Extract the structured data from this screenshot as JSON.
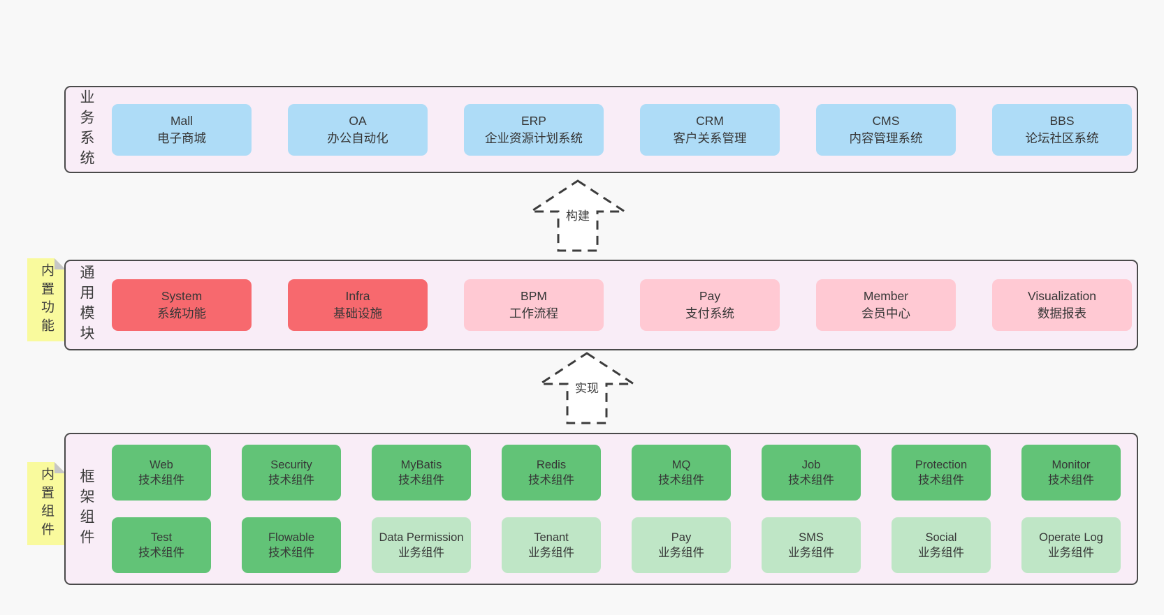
{
  "colors": {
    "page_bg": "#f8f8f8",
    "band_bg": "#f9edf7",
    "band_border": "#4a4a4a",
    "blue": "#aedcf7",
    "red": "#f7696e",
    "pink": "#ffc9d3",
    "green": "#62c377",
    "light_green": "#bfe6c6",
    "sticky_yellow": "#f9fa9d",
    "sticky_fold": "#c6c6c6",
    "arrow_fill": "#ffffff",
    "text": "#363636"
  },
  "bands": [
    {
      "label": "业务系统",
      "items": [
        {
          "name": "Mall",
          "desc": "电子商城"
        },
        {
          "name": "OA",
          "desc": "办公自动化"
        },
        {
          "name": "ERP",
          "desc": "企业资源计划系统"
        },
        {
          "name": "CRM",
          "desc": "客户关系管理"
        },
        {
          "name": "CMS",
          "desc": "内容管理系统"
        },
        {
          "name": "BBS",
          "desc": "论坛社区系统"
        }
      ]
    },
    {
      "label": "通用模块",
      "sticky": "内置功能",
      "items": [
        {
          "name": "System",
          "desc": "系统功能"
        },
        {
          "name": "Infra",
          "desc": "基础设施"
        },
        {
          "name": "BPM",
          "desc": "工作流程"
        },
        {
          "name": "Pay",
          "desc": "支付系统"
        },
        {
          "name": "Member",
          "desc": "会员中心"
        },
        {
          "name": "Visualization",
          "desc": "数据报表"
        }
      ]
    },
    {
      "label": "框架组件",
      "sticky": "内置组件",
      "rows": [
        [
          {
            "name": "Web",
            "desc": "技术组件"
          },
          {
            "name": "Security",
            "desc": "技术组件"
          },
          {
            "name": "MyBatis",
            "desc": "技术组件"
          },
          {
            "name": "Redis",
            "desc": "技术组件"
          },
          {
            "name": "MQ",
            "desc": "技术组件"
          },
          {
            "name": "Job",
            "desc": "技术组件"
          },
          {
            "name": "Protection",
            "desc": "技术组件"
          },
          {
            "name": "Monitor",
            "desc": "技术组件"
          }
        ],
        [
          {
            "name": "Test",
            "desc": "技术组件"
          },
          {
            "name": "Flowable",
            "desc": "技术组件"
          },
          {
            "name": "Data Permission",
            "desc": "业务组件"
          },
          {
            "name": "Tenant",
            "desc": "业务组件"
          },
          {
            "name": "Pay",
            "desc": "业务组件"
          },
          {
            "name": "SMS",
            "desc": "业务组件"
          },
          {
            "name": "Social",
            "desc": "业务组件"
          },
          {
            "name": "Operate Log",
            "desc": "业务组件"
          }
        ]
      ]
    }
  ],
  "arrows": [
    {
      "label": "构建"
    },
    {
      "label": "实现"
    }
  ]
}
